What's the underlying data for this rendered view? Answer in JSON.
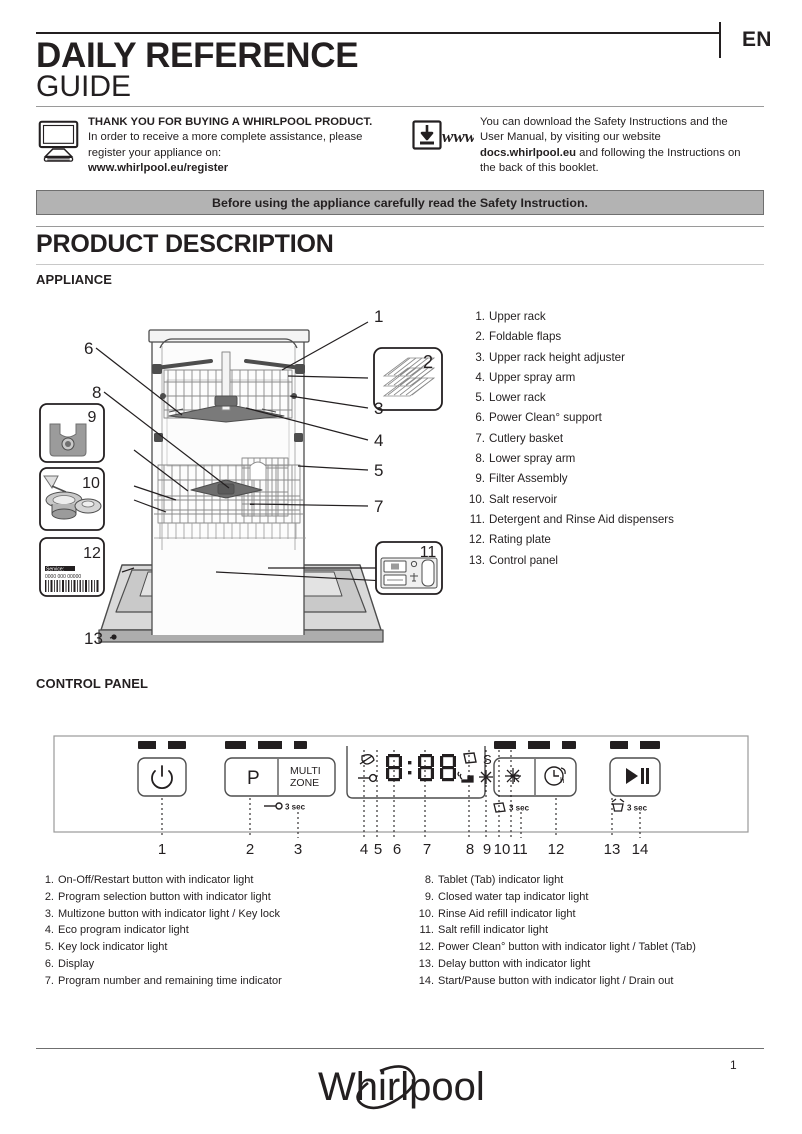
{
  "header": {
    "title_main": "DAILY REFERENCE",
    "title_sub": "GUIDE",
    "language": "EN"
  },
  "intro": {
    "left": {
      "icon": "monitor-icon",
      "heading": "THANK YOU FOR BUYING A WHIRLPOOL PRODUCT.",
      "line1": "In order to receive a more complete  assistance,  please",
      "line2": "register your appliance on:",
      "link": "www.whirlpool.eu/register"
    },
    "right": {
      "icon": "download-www-icon",
      "line1": "You can download the Safety Instructions and the",
      "line2": "User Manual, by visiting our website",
      "link": "docs.whirlpool.eu",
      "line3": " and following the Instructions on",
      "line4": "the back of this booklet."
    }
  },
  "banner": {
    "text": "Before using the appliance carefully read the Safety Instruction.",
    "bg_color": "#b3b3b3"
  },
  "sections": {
    "product_description": "PRODUCT  DESCRIPTION",
    "appliance": "APPLIANCE",
    "control_panel": "CONTROL PANEL"
  },
  "appliance_parts": [
    {
      "num": "1.",
      "label": "Upper rack"
    },
    {
      "num": "2.",
      "label": "Foldable flaps"
    },
    {
      "num": "3.",
      "label": "Upper rack height adjuster"
    },
    {
      "num": "4.",
      "label": "Upper spray arm"
    },
    {
      "num": "5.",
      "label": "Lower rack"
    },
    {
      "num": "6.",
      "label": "Power Clean° support"
    },
    {
      "num": "7.",
      "label": "Cutlery basket"
    },
    {
      "num": "8.",
      "label": "Lower spray arm"
    },
    {
      "num": "9.",
      "label": "Filter Assembly"
    },
    {
      "num": "10.",
      "label": "Salt reservoir"
    },
    {
      "num": "11.",
      "label": "Detergent and Rinse Aid dispensers"
    },
    {
      "num": "12.",
      "label": "Rating plate"
    },
    {
      "num": "13.",
      "label": "Control panel"
    }
  ],
  "appliance_callouts": {
    "left": [
      "6",
      "8",
      "9",
      "10",
      "12",
      "13"
    ],
    "right": [
      "1",
      "2",
      "3",
      "4",
      "5",
      "7",
      "11"
    ],
    "rating_plate": {
      "service_label": "Service:",
      "code": "0000 000 00000"
    }
  },
  "control_panel": {
    "buttons": [
      {
        "name": "on-off-restart",
        "glyph": "power-icon",
        "label": ""
      },
      {
        "name": "program-select",
        "glyph": "P",
        "label": "P"
      },
      {
        "name": "multizone",
        "glyph": "text",
        "label_line1": "MULTI",
        "label_line2": "ZONE"
      },
      {
        "name": "power-clean",
        "glyph": "power-clean-icon",
        "label": ""
      },
      {
        "name": "delay",
        "glyph": "clock-h-icon",
        "label": ""
      },
      {
        "name": "start-pause",
        "glyph": "play-pause-icon",
        "label": ""
      }
    ],
    "hold_hints": [
      {
        "for": "multizone",
        "icon": "key-icon",
        "text": "3 sec"
      },
      {
        "for": "power-clean",
        "icon": "tablet-icon",
        "text": "3 sec"
      },
      {
        "for": "start-pause",
        "icon": "drain-icon",
        "text": "3 sec"
      }
    ],
    "display": {
      "segments": "8:88",
      "icons": [
        "eco-leaf-icon",
        "key-lock-icon",
        "tablet-icon",
        "salt-s-icon",
        "water-tap-icon",
        "rinse-aid-star-icon"
      ]
    },
    "callout_numbers": [
      "1",
      "2",
      "3",
      "4",
      "5",
      "6",
      "7",
      "8",
      "9",
      "10",
      "11",
      "12",
      "13",
      "14"
    ]
  },
  "control_panel_legend_left": [
    {
      "num": "1.",
      "label": "On-Off/Restart button with indicator light"
    },
    {
      "num": "2.",
      "label": "Program selection button with indicator light"
    },
    {
      "num": "3.",
      "label": "Multizone button with indicator light / Key lock"
    },
    {
      "num": "4.",
      "label": "Eco program indicator light"
    },
    {
      "num": "5.",
      "label": "Key lock indicator light"
    },
    {
      "num": "6.",
      "label": "Display"
    },
    {
      "num": "7.",
      "label": "Program number and remaining time indicator"
    }
  ],
  "control_panel_legend_right": [
    {
      "num": "8.",
      "label": "Tablet (Tab) indicator light"
    },
    {
      "num": "9.",
      "label": "Closed water tap indicator light"
    },
    {
      "num": "10.",
      "label": "Rinse Aid refill indicator light"
    },
    {
      "num": "11.",
      "label": "Salt refill indicator light"
    },
    {
      "num": "12.",
      "label": "Power Clean° button with indicator light / Tablet (Tab)"
    },
    {
      "num": "13.",
      "label": "Delay button with indicator light"
    },
    {
      "num": "14.",
      "label": "Start/Pause button with indicator light / Drain out"
    }
  ],
  "footer": {
    "brand": "Whirlpool",
    "page_number": "1"
  }
}
